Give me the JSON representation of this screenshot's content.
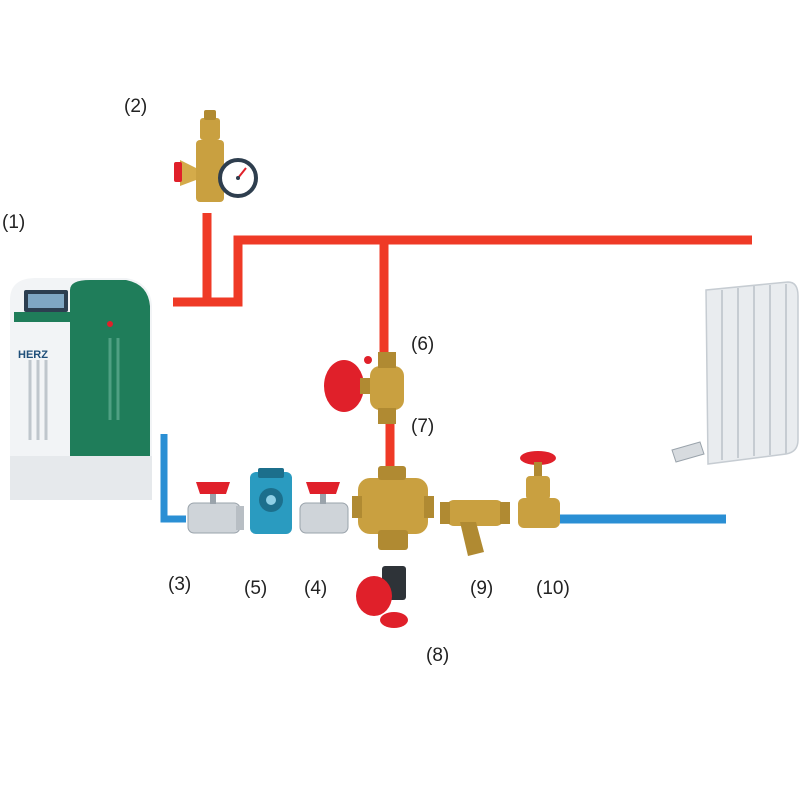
{
  "colors": {
    "supply_pipe": "#ef3a26",
    "return_pipe": "#2a8fd4",
    "boiler_body": "#f2f4f6",
    "boiler_green": "#1f7d5a",
    "brass": "#c9a040",
    "handle_red": "#e0202a",
    "pump_blue": "#2a9bc0",
    "radiator": "#e9ecef"
  },
  "boiler": {
    "brand": "HERZ"
  },
  "labels": {
    "boiler": "(1)",
    "safety_group": "(2)",
    "ball_valve_a": "(3)",
    "ball_valve_b": "(4)",
    "pump": "(5)",
    "balancing_valve": "(6)",
    "connector": "(7)",
    "thermostatic_head": "(8)",
    "strainer": "(9)",
    "gate_valve": "(10)"
  }
}
